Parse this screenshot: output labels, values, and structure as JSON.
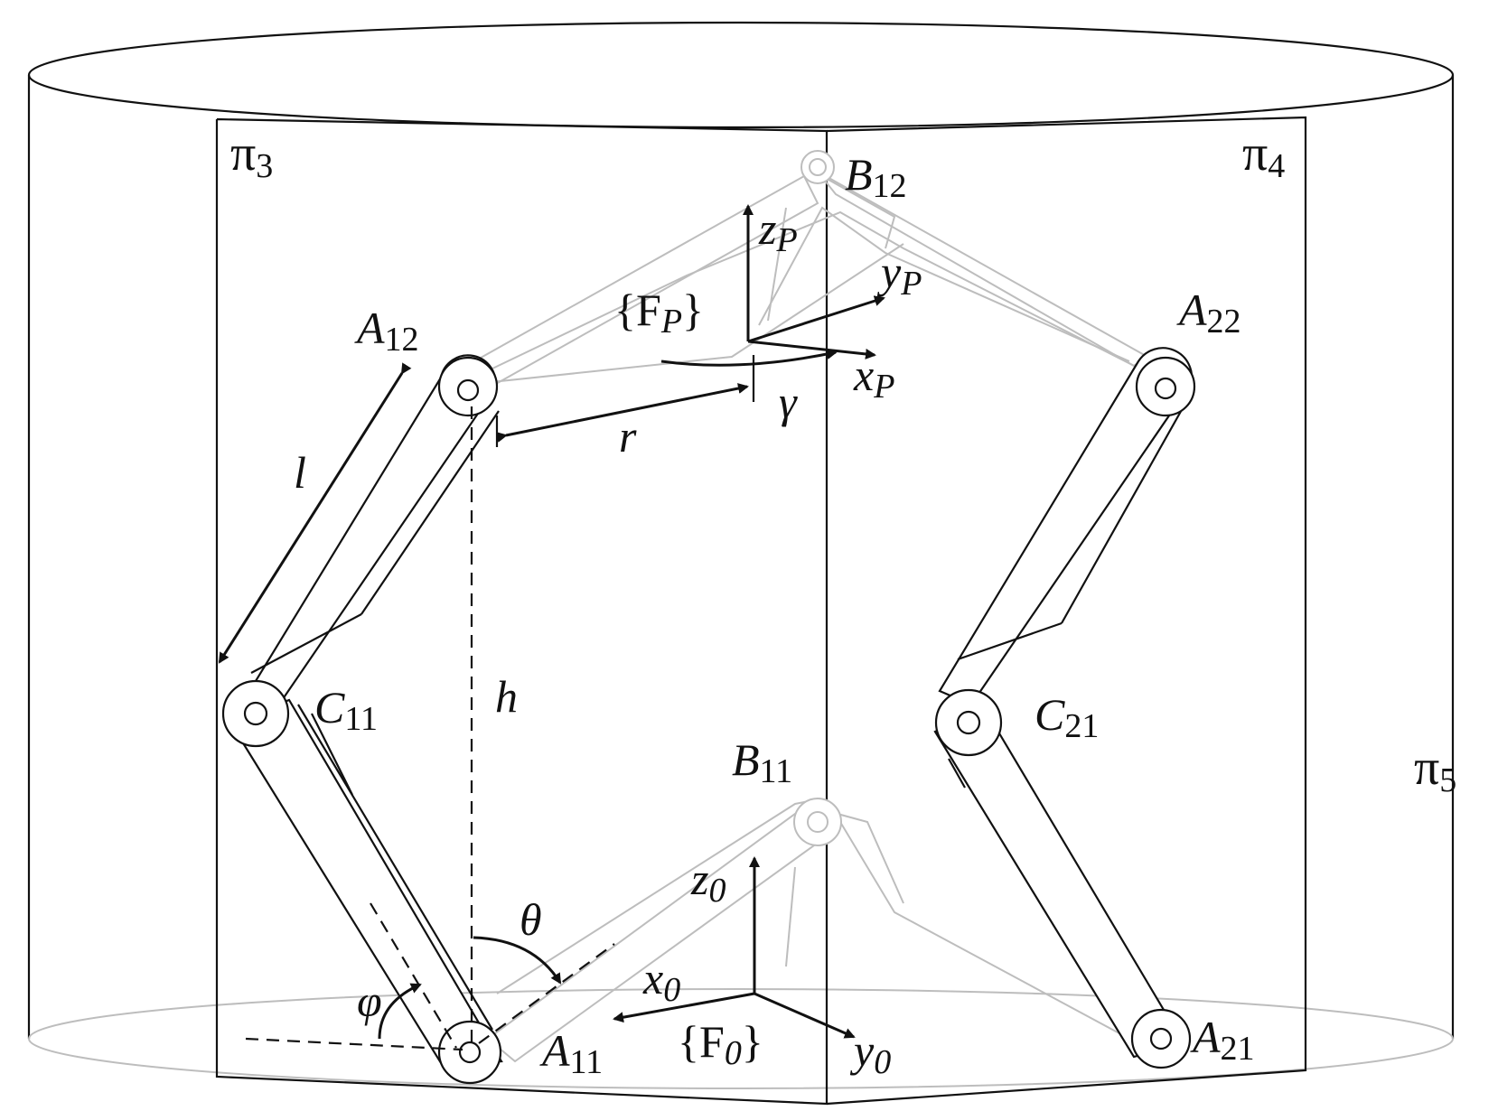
{
  "planes": {
    "pi3": {
      "main": "π",
      "sub": "3"
    },
    "pi4": {
      "main": "π",
      "sub": "4"
    },
    "pi5": {
      "main": "π",
      "sub": "5"
    }
  },
  "points": {
    "A12": {
      "main": "A",
      "sub": "12"
    },
    "A22": {
      "main": "A",
      "sub": "22"
    },
    "A11": {
      "main": "A",
      "sub": "11"
    },
    "A21": {
      "main": "A",
      "sub": "21"
    },
    "B12": {
      "main": "B",
      "sub": "12"
    },
    "B11": {
      "main": "B",
      "sub": "11"
    },
    "C11": {
      "main": "C",
      "sub": "11"
    },
    "C21": {
      "main": "C",
      "sub": "21"
    }
  },
  "frames": {
    "platform": {
      "open": "{F",
      "sub": "P",
      "close": "}"
    },
    "base": {
      "open": "{F",
      "sub": "0",
      "close": "}"
    }
  },
  "axes": {
    "zP": {
      "main": "z",
      "sub": "P"
    },
    "yP": {
      "main": "y",
      "sub": "P"
    },
    "xP": {
      "main": "x",
      "sub": "P"
    },
    "z0": {
      "main": "z",
      "sub": "0"
    },
    "x0": {
      "main": "x",
      "sub": "0"
    },
    "y0": {
      "main": "y",
      "sub": "0"
    }
  },
  "dimensions": {
    "l": "l",
    "r": "r",
    "h": "h",
    "gamma": "γ",
    "theta": "θ",
    "phi": "φ"
  }
}
